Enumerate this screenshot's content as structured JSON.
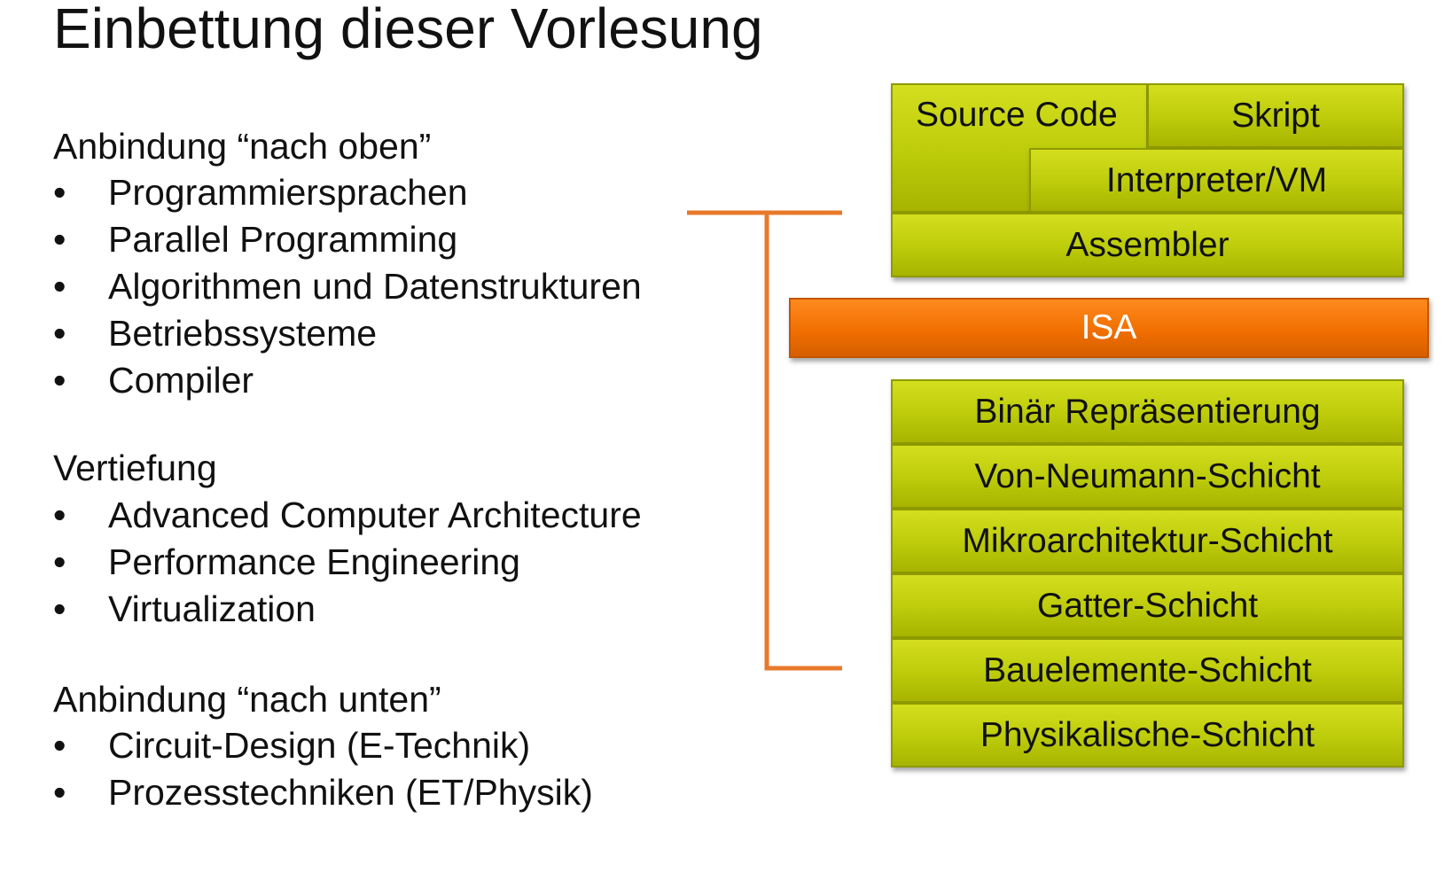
{
  "title": "Einbettung dieser Vorlesung",
  "sections": [
    {
      "heading": "Anbindung “nach oben”",
      "items": [
        "Programmiersprachen",
        "Parallel Programming",
        "Algorithmen und Datenstrukturen",
        "Betriebssysteme",
        "Compiler"
      ]
    },
    {
      "heading": "Vertiefung",
      "items": [
        "Advanced Computer Architecture",
        "Performance Engineering",
        "Virtualization"
      ]
    },
    {
      "heading": "Anbindung “nach unten”",
      "items": [
        "Circuit-Design (E-Technik)",
        "Prozesstechniken (ET/Physik)"
      ]
    }
  ],
  "bullet_char": "•",
  "diagram": {
    "upper": {
      "source_code": "Source Code",
      "skript": "Skript",
      "interpreter": "Interpreter/VM",
      "assembler": "Assembler"
    },
    "isa": "ISA",
    "lower": [
      "Binär Repräsentierung",
      "Von-Neumann-Schicht",
      "Mikroarchitektur-Schicht",
      "Gatter-Schicht",
      "Bauelemente-Schicht",
      "Physikalische-Schicht"
    ]
  },
  "colors": {
    "layer_green": "#bccb0a",
    "isa_orange": "#f06f00",
    "bracket_orange": "#e8792b"
  }
}
